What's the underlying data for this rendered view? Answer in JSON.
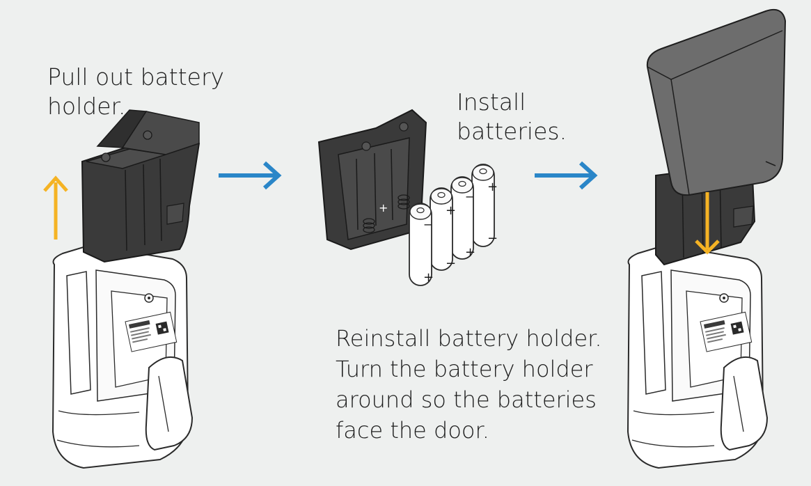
{
  "steps": {
    "pull_out": "Pull out battery\nholder.",
    "install": "Install\nbatteries.",
    "reinstall": "Reinstall battery holder.\nTurn the battery holder\naround so the batteries\nface the door."
  },
  "colors": {
    "background": "#eef0ef",
    "arrow_blue": "#2a86c8",
    "arrow_orange": "#f5b324",
    "holder_dark": "#3c3c3c",
    "cover_gray": "#6d6d6d"
  },
  "icons": [
    "up-arrow-icon",
    "right-arrow-icon",
    "down-arrow-icon",
    "plus-icon",
    "minus-icon"
  ],
  "battery_markings": {
    "positive": "+",
    "negative": "−"
  }
}
